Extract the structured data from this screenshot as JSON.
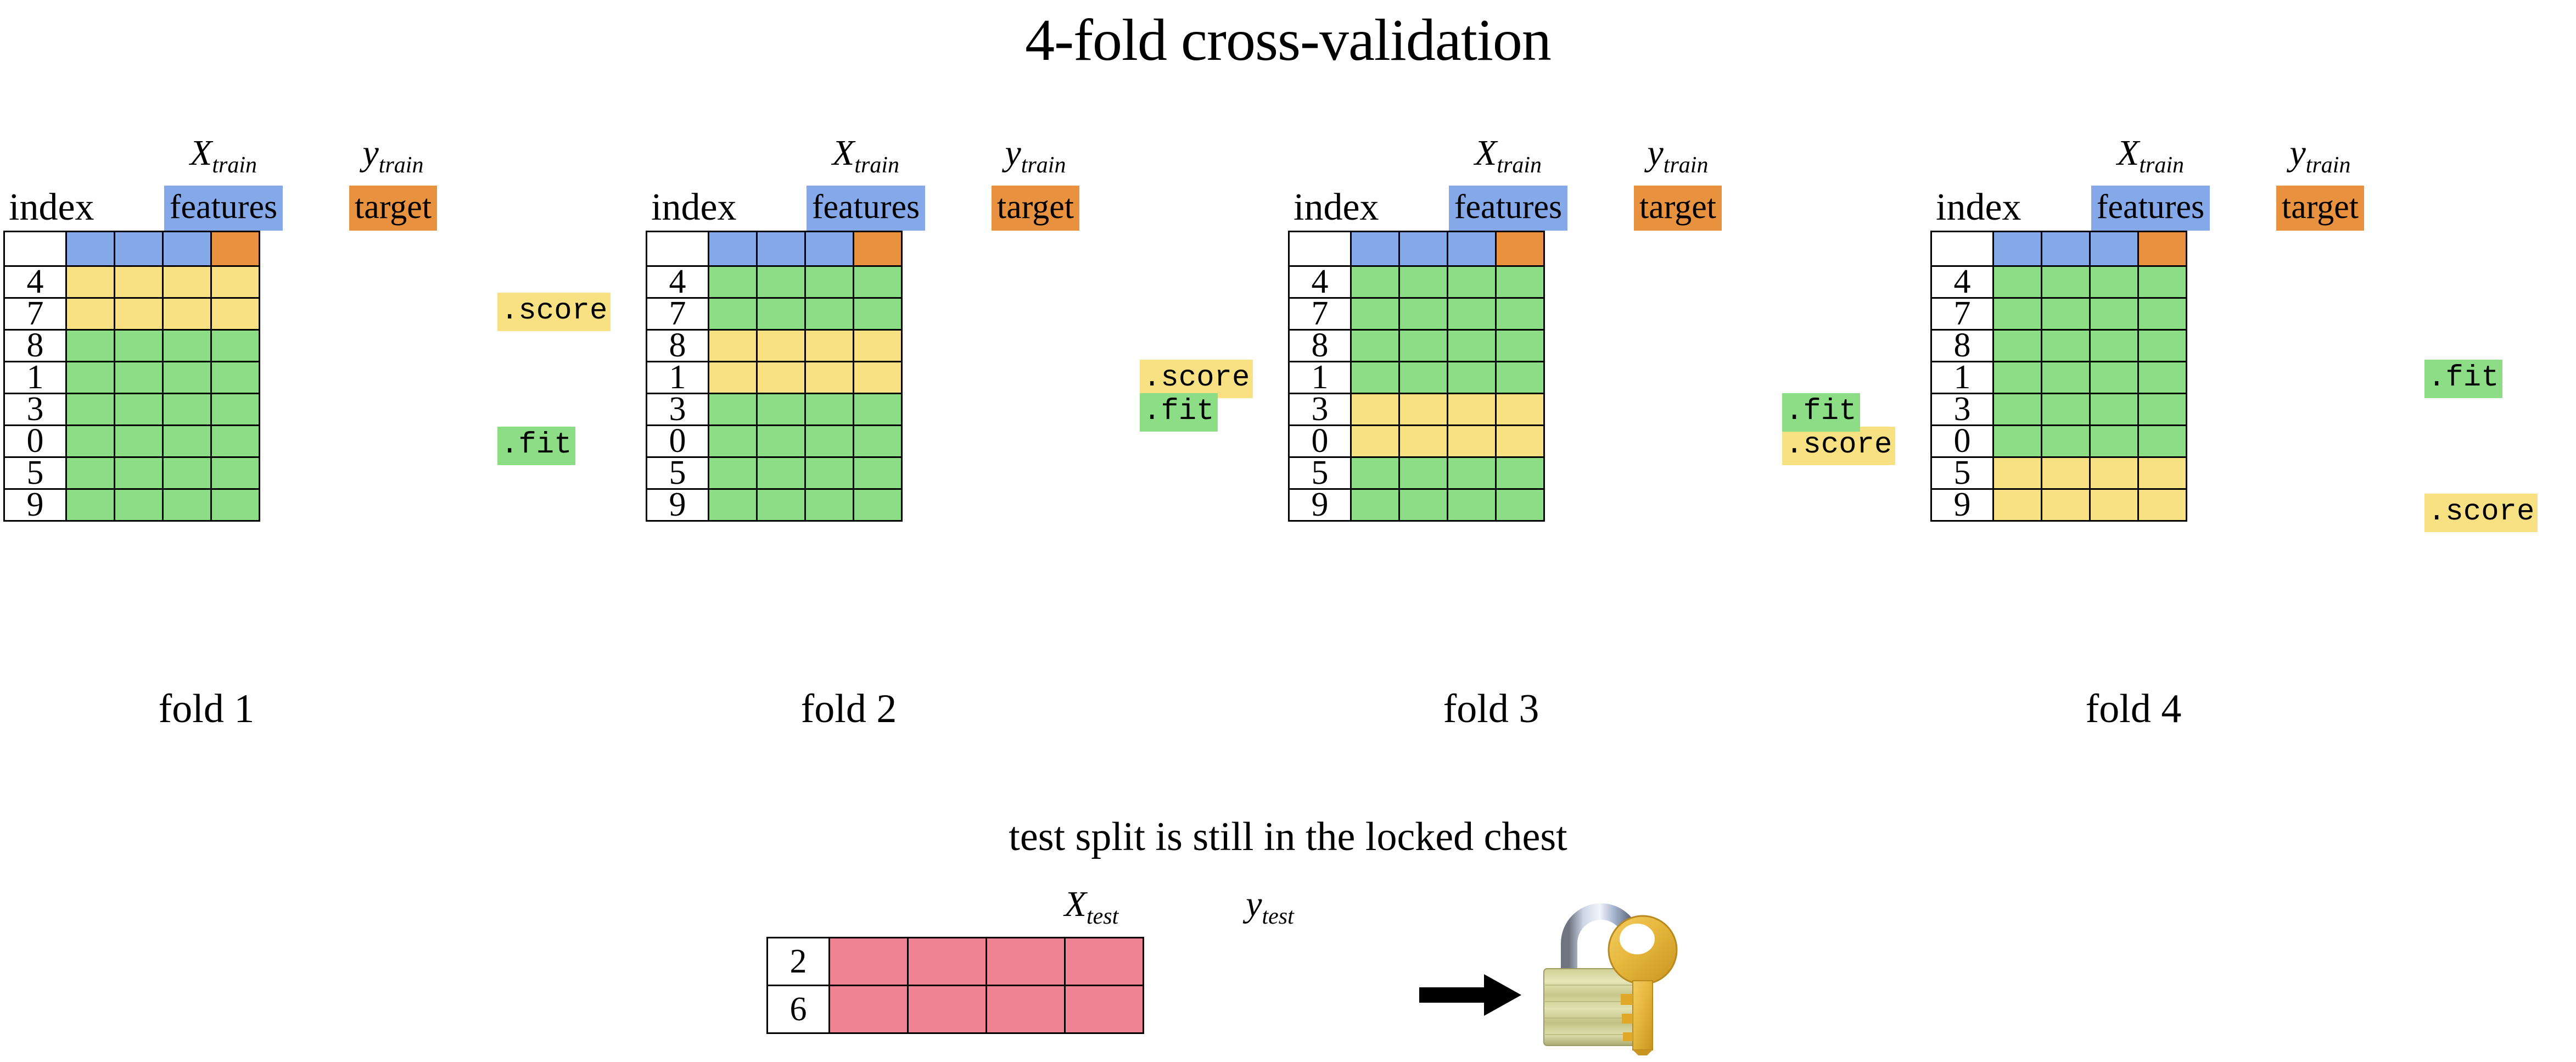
{
  "title": "4-fold cross-validation",
  "column_headers": {
    "index_label": "index",
    "x_train_symbol": "X",
    "x_train_sub": "train",
    "features_label": "features",
    "y_train_symbol": "y",
    "y_train_sub": "train",
    "target_label": "target",
    "x_test_symbol": "X",
    "x_test_sub": "test",
    "y_test_symbol": "y",
    "y_test_sub": "test"
  },
  "colors": {
    "features_blue": "#85a8e8",
    "target_orange": "#e8913f",
    "validation_yellow": "#f7e183",
    "train_green": "#8ddd86",
    "test_pink": "#ef8293",
    "border": "#000000",
    "background": "#ffffff"
  },
  "annotations": {
    "fit": ".fit",
    "score": ".score"
  },
  "index_values": [
    "4",
    "7",
    "8",
    "1",
    "3",
    "0",
    "5",
    "9"
  ],
  "folds": [
    {
      "caption": "fold 1",
      "row_roles": [
        "score",
        "score",
        "fit",
        "fit",
        "fit",
        "fit",
        "fit",
        "fit"
      ],
      "score_label": ".score",
      "fit_label": ".fit"
    },
    {
      "caption": "fold 2",
      "row_roles": [
        "fit",
        "fit",
        "score",
        "score",
        "fit",
        "fit",
        "fit",
        "fit"
      ],
      "score_label": ".score",
      "fit_label": ".fit"
    },
    {
      "caption": "fold 3",
      "row_roles": [
        "fit",
        "fit",
        "fit",
        "fit",
        "score",
        "score",
        "fit",
        "fit"
      ],
      "score_label": ".score",
      "fit_label": ".fit"
    },
    {
      "caption": "fold 4",
      "row_roles": [
        "fit",
        "fit",
        "fit",
        "fit",
        "fit",
        "fit",
        "score",
        "score"
      ],
      "score_label": ".score",
      "fit_label": ".fit"
    }
  ],
  "bottom": {
    "note": "test split is still in the locked chest",
    "test_index_values": [
      "2",
      "6"
    ],
    "lock_icon": "locked-with-key-icon",
    "arrow_icon": "right-arrow-icon"
  },
  "chart_data": {
    "type": "table",
    "title": "4-fold cross-validation",
    "n_splits": 4,
    "n_train_rows": 8,
    "n_test_rows": 2,
    "n_feature_columns": 3,
    "n_target_columns": 1,
    "index_order": [
      4,
      7,
      8,
      1,
      3,
      0,
      5,
      9
    ],
    "test_index": [
      2,
      6
    ],
    "folds": [
      {
        "name": "fold 1",
        "validation_index": [
          4,
          7
        ],
        "train_index": [
          8,
          1,
          3,
          0,
          5,
          9
        ]
      },
      {
        "name": "fold 2",
        "validation_index": [
          8,
          1
        ],
        "train_index": [
          4,
          7,
          3,
          0,
          5,
          9
        ]
      },
      {
        "name": "fold 3",
        "validation_index": [
          3,
          0
        ],
        "train_index": [
          4,
          7,
          8,
          1,
          5,
          9
        ]
      },
      {
        "name": "fold 4",
        "validation_index": [
          5,
          9
        ],
        "train_index": [
          4,
          7,
          8,
          1,
          3,
          0
        ]
      }
    ],
    "legend": [
      {
        "label": ".fit",
        "color": "#8ddd86",
        "meaning": "training rows"
      },
      {
        "label": ".score",
        "color": "#f7e183",
        "meaning": "validation rows"
      },
      {
        "label": "features",
        "color": "#85a8e8"
      },
      {
        "label": "target",
        "color": "#e8913f"
      },
      {
        "label": "test",
        "color": "#ef8293"
      }
    ]
  }
}
